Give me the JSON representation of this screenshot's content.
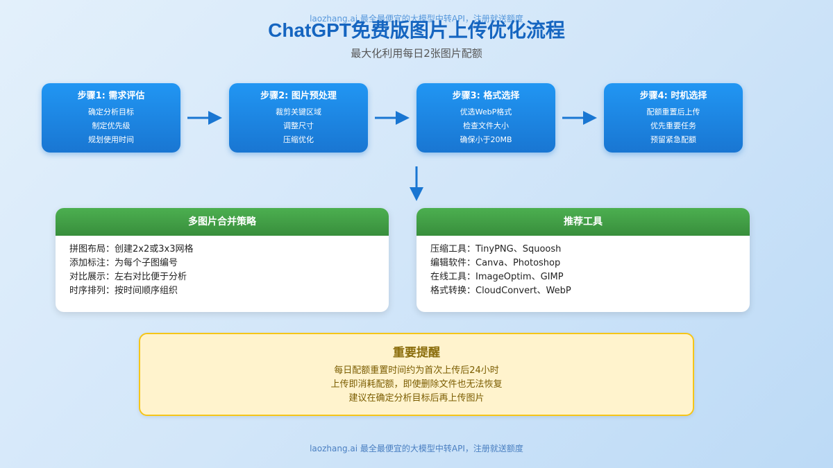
{
  "watermark": "laozhang.ai 最全最便宜的大模型中转API，注册就送额度",
  "title": "ChatGPT免费版图片上传优化流程",
  "subtitle": "最大化利用每日2张图片配额",
  "colors": {
    "step_blue": "#1e88e5",
    "panel_green": "#43a047",
    "warning_bg": "#fff3cd",
    "warning_border": "#f5c518",
    "arrow": "#1976d2"
  },
  "steps": [
    {
      "title": "步骤1: 需求评估",
      "items": [
        "确定分析目标",
        "制定优先级",
        "规划使用时间"
      ]
    },
    {
      "title": "步骤2: 图片预处理",
      "items": [
        "裁剪关键区域",
        "调整尺寸",
        "压缩优化"
      ]
    },
    {
      "title": "步骤3: 格式选择",
      "items": [
        "优选WebP格式",
        "检查文件大小",
        "确保小于20MB"
      ]
    },
    {
      "title": "步骤4: 时机选择",
      "items": [
        "配额重置后上传",
        "优先重要任务",
        "预留紧急配额"
      ]
    }
  ],
  "panels": {
    "merge": {
      "title": "多图片合并策略",
      "items": [
        "拼图布局：创建2x2或3x3网格",
        "添加标注：为每个子图编号",
        "对比展示：左右对比便于分析",
        "时序排列：按时间顺序组织"
      ]
    },
    "tools": {
      "title": "推荐工具",
      "items": [
        "压缩工具：TinyPNG、Squoosh",
        "编辑软件：Canva、Photoshop",
        "在线工具：ImageOptim、GIMP",
        "格式转换：CloudConvert、WebP"
      ]
    }
  },
  "warning": {
    "title": "重要提醒",
    "items": [
      "每日配额重置时间约为首次上传后24小时",
      "上传即消耗配额，即使删除文件也无法恢复",
      "建议在确定分析目标后再上传图片"
    ]
  }
}
